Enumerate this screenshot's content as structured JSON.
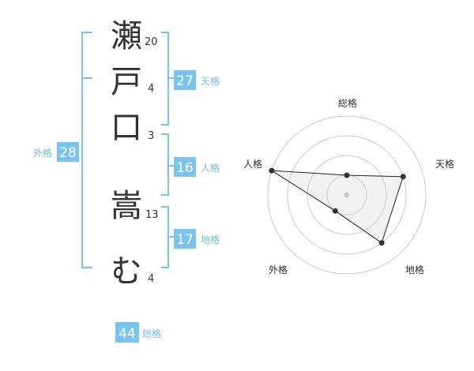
{
  "colors": {
    "accent": "#79c4ef",
    "accent_text": "#6fbde9",
    "text": "#333333",
    "ring": "#cccccc"
  },
  "name_chars": [
    {
      "char": "瀬",
      "strokes": "20"
    },
    {
      "char": "戸",
      "strokes": "4"
    },
    {
      "char": "口",
      "strokes": "3"
    },
    {
      "char": "嵩",
      "strokes": "13"
    },
    {
      "char": "む",
      "strokes": "4"
    }
  ],
  "fortunes": {
    "tenkaku": {
      "value": "27",
      "label": "天格"
    },
    "jinkaku": {
      "value": "16",
      "label": "人格"
    },
    "chikaku": {
      "value": "17",
      "label": "地格"
    },
    "gaikaku": {
      "value": "28",
      "label": "外格"
    },
    "soukaku": {
      "value": "44",
      "label": "総格"
    }
  },
  "chart_data": {
    "type": "radar",
    "axes": [
      "総格",
      "天格",
      "地格",
      "外格",
      "人格"
    ],
    "rings": 4,
    "max": 4,
    "values": [
      1,
      3,
      3,
      1,
      4
    ]
  }
}
